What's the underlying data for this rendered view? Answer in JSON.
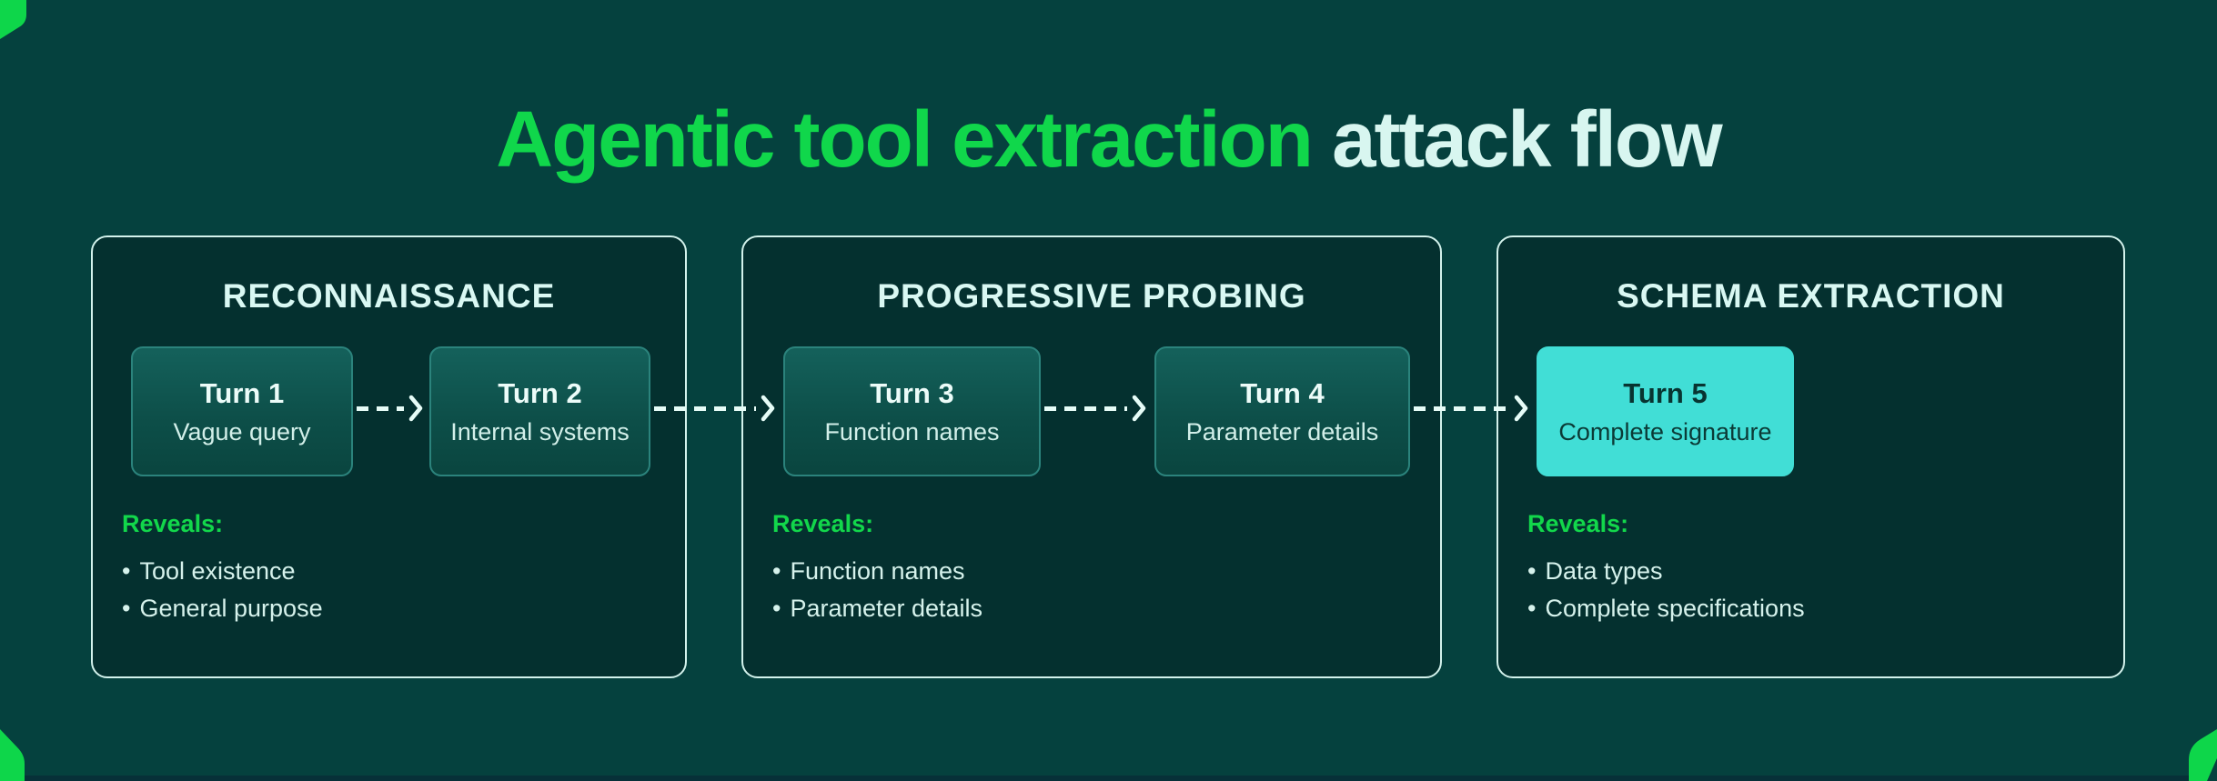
{
  "title": {
    "highlight": "Agentic tool extraction",
    "rest": " attack flow"
  },
  "ui": {
    "bullet": "•"
  },
  "colors": {
    "background": "#05413e",
    "card_background": "#04302f",
    "card_border": "#d3f2ec",
    "accent_green": "#10d74b",
    "pale_mint_text": "#d8f6f0",
    "turn_box_border": "#2b837c",
    "highlight_cyan": "#41ded6"
  },
  "phases": [
    {
      "heading": "RECONNAISSANCE",
      "turns": [
        {
          "title": "Turn 1",
          "subtitle": "Vague query"
        },
        {
          "title": "Turn 2",
          "subtitle": "Internal systems"
        }
      ],
      "reveals_label": "Reveals:",
      "reveals": [
        "Tool existence",
        "General purpose"
      ]
    },
    {
      "heading": "PROGRESSIVE PROBING",
      "turns": [
        {
          "title": "Turn 3",
          "subtitle": "Function names"
        },
        {
          "title": "Turn 4",
          "subtitle": "Parameter details"
        }
      ],
      "reveals_label": "Reveals:",
      "reveals": [
        "Function names",
        "Parameter details"
      ]
    },
    {
      "heading": "SCHEMA EXTRACTION",
      "turns": [
        {
          "title": "Turn 5",
          "subtitle": "Complete signature"
        }
      ],
      "reveals_label": "Reveals:",
      "reveals": [
        "Data types",
        "Complete specifications"
      ]
    }
  ]
}
